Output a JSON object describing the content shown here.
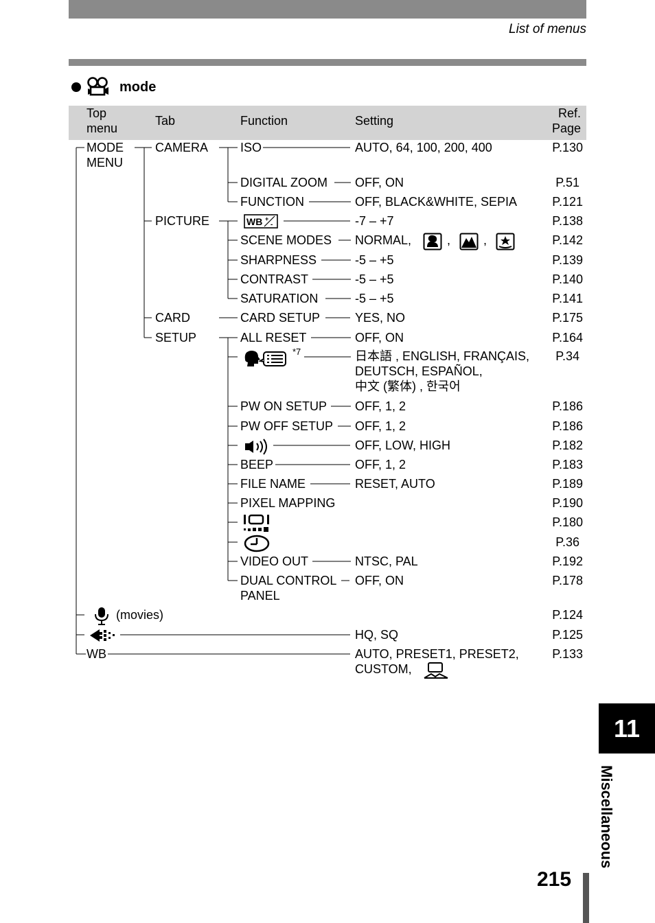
{
  "header": {
    "title": "List of menus"
  },
  "section": {
    "icon": "movie-camera-icon",
    "title": "mode"
  },
  "table_headers": {
    "top_menu": [
      "Top",
      "menu"
    ],
    "tab": "Tab",
    "function": "Function",
    "setting": "Setting",
    "ref_page": [
      "Ref.",
      "Page"
    ]
  },
  "top_menu": {
    "mode_menu": [
      "MODE",
      "MENU"
    ],
    "movies": "(movies)",
    "wb": "WB"
  },
  "tabs": {
    "camera": "CAMERA",
    "picture": "PICTURE",
    "card": "CARD",
    "setup": "SETUP"
  },
  "rows": {
    "iso": {
      "function": "ISO",
      "setting": "AUTO, 64, 100, 200, 400",
      "ref": "P.130"
    },
    "digital_zoom": {
      "function": "DIGITAL ZOOM",
      "setting": "OFF, ON",
      "ref": "P.51"
    },
    "function": {
      "function": "FUNCTION",
      "setting": "OFF, BLACK&WHITE, SEPIA",
      "ref": "P.121"
    },
    "wb_adjust": {
      "icon": "wb-adjust-icon",
      "setting": "-7 – +7",
      "ref": "P.138"
    },
    "scene_modes": {
      "function": "SCENE MODES",
      "setting": "NORMAL,",
      "ref": "P.142",
      "icons": [
        "portrait-icon",
        "landscape-icon",
        "night-scene-icon"
      ]
    },
    "sharpness": {
      "function": "SHARPNESS",
      "setting": "-5 – +5",
      "ref": "P.139"
    },
    "contrast": {
      "function": "CONTRAST",
      "setting": "-5 – +5",
      "ref": "P.140"
    },
    "saturation": {
      "function": "SATURATION",
      "setting": "-5 – +5",
      "ref": "P.141"
    },
    "card_setup": {
      "function": "CARD SETUP",
      "setting": "YES, NO",
      "ref": "P.175"
    },
    "all_reset": {
      "function": "ALL RESET",
      "setting": "OFF, ON",
      "ref": "P.164"
    },
    "language": {
      "icon": "language-icon",
      "note": "*7",
      "setting_lines": [
        "日本語 , ENGLISH, FRANÇAIS,",
        "DEUTSCH, ESPAÑOL,",
        "中文 (繁体) , 한국어"
      ],
      "ref": "P.34"
    },
    "pw_on_setup": {
      "function": "PW ON SETUP",
      "setting": "OFF, 1, 2",
      "ref": "P.186"
    },
    "pw_off_setup": {
      "function": "PW OFF SETUP",
      "setting": "OFF, 1, 2",
      "ref": "P.186"
    },
    "volume": {
      "icon": "speaker-volume-icon",
      "setting": "OFF, LOW, HIGH",
      "ref": "P.182"
    },
    "beep": {
      "function": "BEEP",
      "setting": "OFF, 1, 2",
      "ref": "P.183"
    },
    "file_name": {
      "function": "FILE NAME",
      "setting": "RESET, AUTO",
      "ref": "P.189"
    },
    "pixel_mapping": {
      "function": "PIXEL MAPPING",
      "ref": "P.190"
    },
    "monitor_brightness": {
      "icon": "monitor-brightness-icon",
      "ref": "P.180"
    },
    "clock": {
      "icon": "clock-icon",
      "ref": "P.36"
    },
    "video_out": {
      "function": "VIDEO OUT",
      "setting": "NTSC, PAL",
      "ref": "P.192"
    },
    "dual_control": {
      "function_lines": [
        "DUAL CONTROL",
        "PANEL"
      ],
      "setting": "OFF, ON",
      "ref": "P.178"
    },
    "movies": {
      "icon": "microphone-icon",
      "ref": "P.124"
    },
    "quality": {
      "icon": "record-quality-icon",
      "setting": "HQ, SQ",
      "ref": "P.125"
    },
    "wb": {
      "setting_lines": [
        "AUTO, PRESET1, PRESET2,",
        "CUSTOM,"
      ],
      "ref": "P.133",
      "icon": "one-touch-wb-icon"
    }
  },
  "side": {
    "chapter": "11",
    "label": "Miscellaneous"
  },
  "page_number": "215"
}
